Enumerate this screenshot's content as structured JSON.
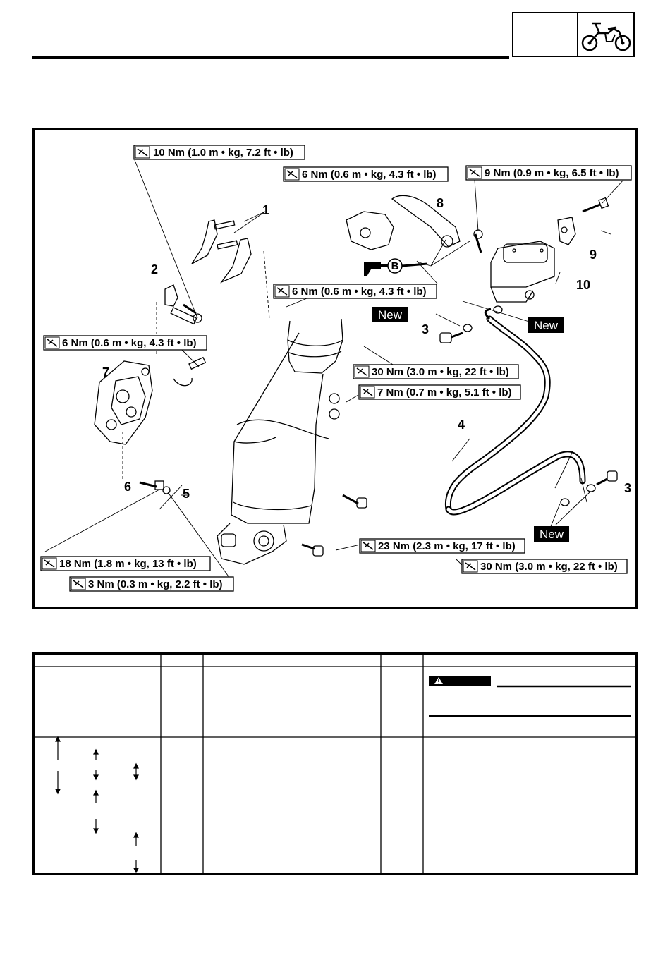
{
  "torque_labels": {
    "t1": "10 Nm (1.0 m • kg, 7.2 ft • lb)",
    "t2": "6 Nm (0.6 m • kg, 4.3 ft • lb)",
    "t3": "9 Nm (0.9 m • kg, 6.5 ft • lb)",
    "t4": "6 Nm (0.6 m • kg, 4.3 ft • lb)",
    "t5": "6 Nm (0.6 m • kg, 4.3 ft • lb)",
    "t6": "30 Nm (3.0 m • kg, 22 ft • lb)",
    "t7": "7 Nm (0.7 m • kg, 5.1 ft • lb)",
    "t8": "23 Nm (2.3 m • kg, 17 ft • lb)",
    "t9": "30 Nm (3.0 m • kg, 22 ft • lb)",
    "t10": "18 Nm (1.8 m • kg, 13 ft • lb)",
    "t11": "3 Nm (0.3 m • kg, 2.2 ft • lb)"
  },
  "part_numbers": {
    "p1": "1",
    "p2": "2",
    "p3a": "3",
    "p3b": "3",
    "p4": "4",
    "p5": "5",
    "p6": "6",
    "p7": "7",
    "p8": "8",
    "p9": "9",
    "p10": "10"
  },
  "new_labels": {
    "n1": "New",
    "n2": "New",
    "n3": "New"
  },
  "grease_label": "B",
  "icons": {
    "bike": "motorcycle-icon",
    "torque": "torque-wrench-icon",
    "warning": "warning-icon"
  },
  "colors": {
    "ink": "#000000",
    "paper": "#ffffff"
  }
}
